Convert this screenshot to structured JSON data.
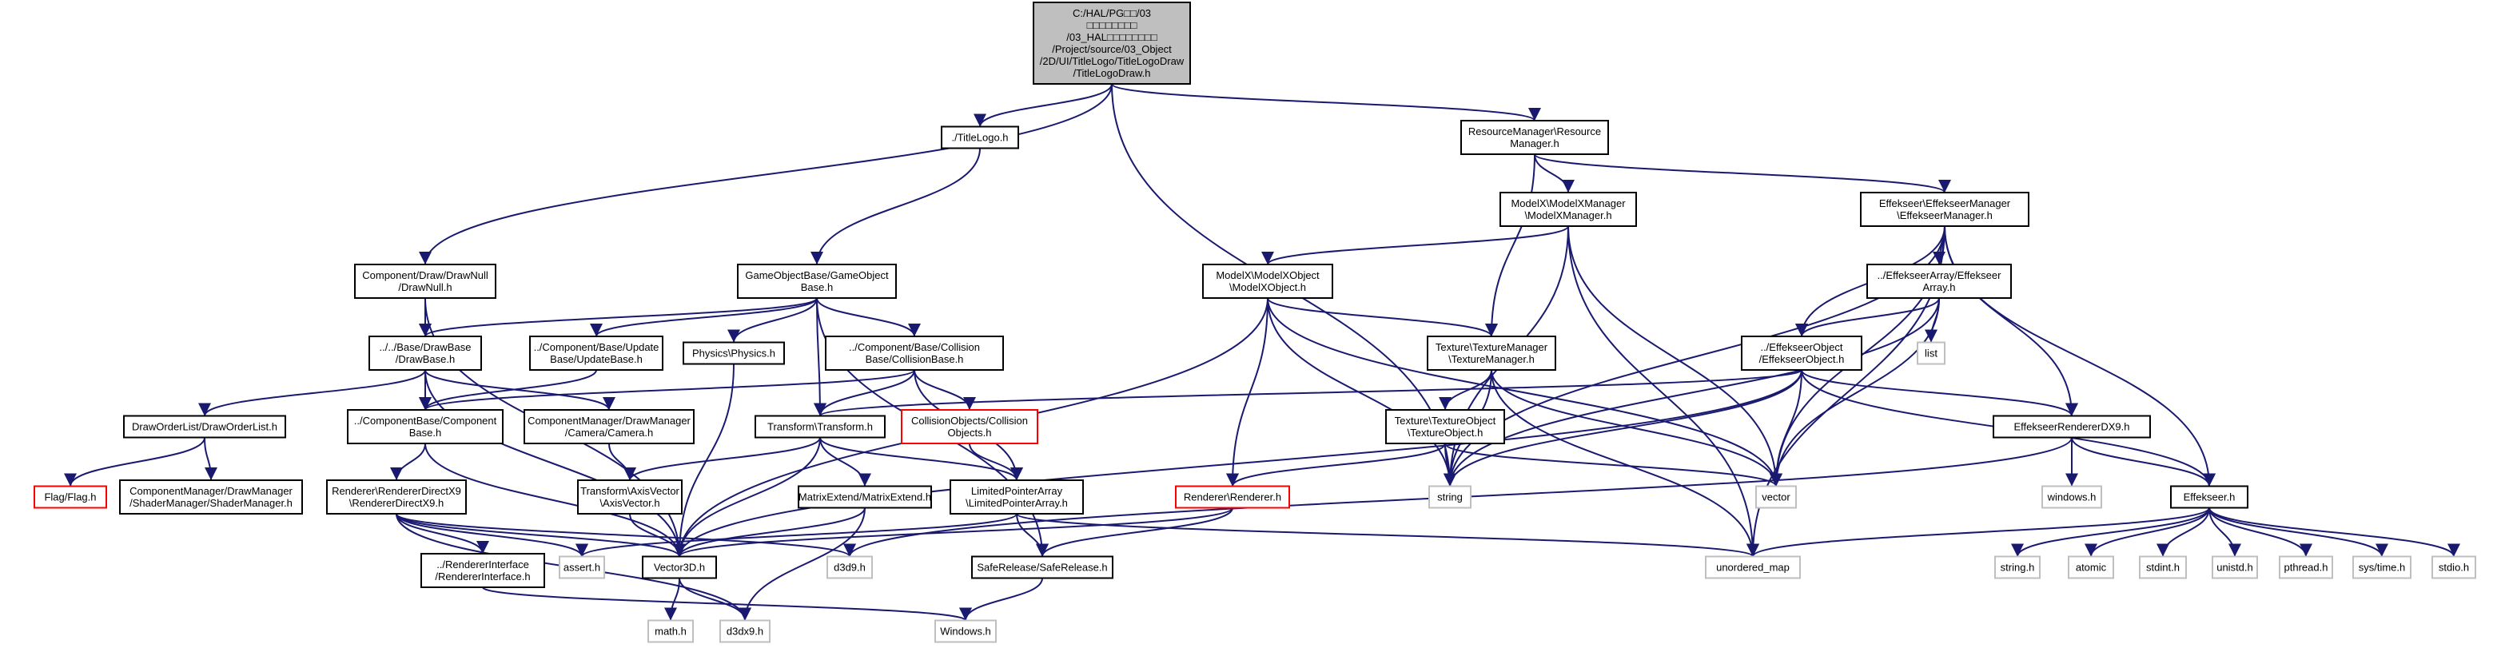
{
  "diagram": {
    "type": "include-dependency-graph",
    "colors": {
      "edge": "#191970",
      "root_fill": "#bfbfbf",
      "root_border": "#000000",
      "normal_border": "#000000",
      "missing_border": "#ff0000",
      "system_border": "#bfbfbf",
      "text": "#000000"
    },
    "nodes": [
      {
        "id": "root",
        "style": "root",
        "lines": [
          "C:/HAL/PG□□/03",
          "□□□□□□□□",
          "/03_HAL□□□□□□□□",
          "/Project/source/03_Object",
          "/2D/UI/TitleLogo/TitleLogoDraw",
          "/TitleLogoDraw.h"
        ]
      },
      {
        "id": "titlelogo",
        "style": "normal",
        "lines": [
          "./TitleLogo.h"
        ]
      },
      {
        "id": "resmgr",
        "style": "normal",
        "lines": [
          "ResourceManager\\Resource",
          "Manager.h"
        ]
      },
      {
        "id": "drawnull",
        "style": "normal",
        "lines": [
          "Component/Draw/DrawNull",
          "/DrawNull.h"
        ]
      },
      {
        "id": "gameobject",
        "style": "normal",
        "lines": [
          "GameObjectBase/GameObject",
          "Base.h"
        ]
      },
      {
        "id": "modelxmgr",
        "style": "normal",
        "lines": [
          "ModelX\\ModelXManager",
          "\\ModelXManager.h"
        ]
      },
      {
        "id": "effmgr",
        "style": "normal",
        "lines": [
          "Effekseer\\EffekseerManager",
          "\\EffekseerManager.h"
        ]
      },
      {
        "id": "drawbase",
        "style": "normal",
        "lines": [
          "../../Base/DrawBase",
          "/DrawBase.h"
        ]
      },
      {
        "id": "updatebase",
        "style": "normal",
        "lines": [
          "../Component/Base/Update",
          "Base/UpdateBase.h"
        ]
      },
      {
        "id": "physics",
        "style": "normal",
        "lines": [
          "Physics\\Physics.h"
        ]
      },
      {
        "id": "collisionbase",
        "style": "normal",
        "lines": [
          "../Component/Base/Collision",
          "Base/CollisionBase.h"
        ]
      },
      {
        "id": "modelxobj",
        "style": "normal",
        "lines": [
          "ModelX\\ModelXObject",
          "\\ModelXObject.h"
        ]
      },
      {
        "id": "texmgr",
        "style": "normal",
        "lines": [
          "Texture\\TextureManager",
          "\\TextureManager.h"
        ]
      },
      {
        "id": "effarray",
        "style": "normal",
        "lines": [
          "../EffekseerArray/Effekseer",
          "Array.h"
        ]
      },
      {
        "id": "list",
        "style": "system",
        "lines": [
          "list"
        ]
      },
      {
        "id": "effobj",
        "style": "normal",
        "lines": [
          "../EffekseerObject",
          "/EffekseerObject.h"
        ]
      },
      {
        "id": "drawlist",
        "style": "normal",
        "lines": [
          "DrawOrderList/DrawOrderList.h"
        ]
      },
      {
        "id": "component",
        "style": "normal",
        "lines": [
          "../ComponentBase/Component",
          "Base.h"
        ]
      },
      {
        "id": "camera",
        "style": "normal",
        "lines": [
          "ComponentManager/DrawManager",
          "/Camera/Camera.h"
        ]
      },
      {
        "id": "transform",
        "style": "normal",
        "lines": [
          "Transform\\Transform.h"
        ]
      },
      {
        "id": "collobjs",
        "style": "missing",
        "lines": [
          "CollisionObjects/Collision",
          "Objects.h"
        ]
      },
      {
        "id": "texobj",
        "style": "normal",
        "lines": [
          "Texture\\TextureObject",
          "\\TextureObject.h"
        ]
      },
      {
        "id": "effrenderer",
        "style": "normal",
        "lines": [
          "EffekseerRendererDX9.h"
        ]
      },
      {
        "id": "flag",
        "style": "missing",
        "lines": [
          "Flag/Flag.h"
        ]
      },
      {
        "id": "shadermgr",
        "style": "normal",
        "lines": [
          "ComponentManager/DrawManager",
          "/ShaderManager/ShaderManager.h"
        ]
      },
      {
        "id": "rdx9",
        "style": "normal",
        "lines": [
          "Renderer\\RendererDirectX9",
          "\\RendererDirectX9.h"
        ]
      },
      {
        "id": "axisvector",
        "style": "normal",
        "lines": [
          "Transform\\AxisVector",
          "\\AxisVector.h"
        ]
      },
      {
        "id": "matrixext",
        "style": "normal",
        "lines": [
          "MatrixExtend/MatrixExtend.h"
        ]
      },
      {
        "id": "lptrarray",
        "style": "normal",
        "lines": [
          "LimitedPointerArray",
          "\\LimitedPointerArray.h"
        ]
      },
      {
        "id": "renderer",
        "style": "missing",
        "lines": [
          "Renderer\\Renderer.h"
        ]
      },
      {
        "id": "string",
        "style": "system",
        "lines": [
          "string"
        ]
      },
      {
        "id": "vector",
        "style": "system",
        "lines": [
          "vector"
        ]
      },
      {
        "id": "windowsh",
        "style": "system",
        "lines": [
          "windows.h"
        ]
      },
      {
        "id": "effekseerh",
        "style": "normal",
        "lines": [
          "Effekseer.h"
        ]
      },
      {
        "id": "rinterface",
        "style": "normal",
        "lines": [
          "../RendererInterface",
          "/RendererInterface.h"
        ]
      },
      {
        "id": "asserth",
        "style": "system",
        "lines": [
          "assert.h"
        ]
      },
      {
        "id": "vector3d",
        "style": "normal",
        "lines": [
          "Vector3D.h"
        ]
      },
      {
        "id": "d3d9",
        "style": "system",
        "lines": [
          "d3d9.h"
        ]
      },
      {
        "id": "saferelease",
        "style": "normal",
        "lines": [
          "SafeRelease/SafeRelease.h"
        ]
      },
      {
        "id": "umap",
        "style": "system",
        "lines": [
          "unordered_map"
        ]
      },
      {
        "id": "stringh",
        "style": "system",
        "lines": [
          "string.h"
        ]
      },
      {
        "id": "atomic",
        "style": "system",
        "lines": [
          "atomic"
        ]
      },
      {
        "id": "stdint",
        "style": "system",
        "lines": [
          "stdint.h"
        ]
      },
      {
        "id": "unistd",
        "style": "system",
        "lines": [
          "unistd.h"
        ]
      },
      {
        "id": "pthread",
        "style": "system",
        "lines": [
          "pthread.h"
        ]
      },
      {
        "id": "systime",
        "style": "system",
        "lines": [
          "sys/time.h"
        ]
      },
      {
        "id": "stdio",
        "style": "system",
        "lines": [
          "stdio.h"
        ]
      },
      {
        "id": "mathh",
        "style": "system",
        "lines": [
          "math.h"
        ]
      },
      {
        "id": "d3dx9",
        "style": "system",
        "lines": [
          "d3dx9.h"
        ]
      },
      {
        "id": "windowsH",
        "style": "system",
        "lines": [
          "Windows.h"
        ]
      }
    ],
    "edges": [
      [
        "root",
        "titlelogo"
      ],
      [
        "root",
        "resmgr"
      ],
      [
        "root",
        "drawnull"
      ],
      [
        "root",
        "string"
      ],
      [
        "titlelogo",
        "gameobject"
      ],
      [
        "resmgr",
        "modelxmgr"
      ],
      [
        "resmgr",
        "effmgr"
      ],
      [
        "resmgr",
        "texmgr"
      ],
      [
        "drawnull",
        "drawbase"
      ],
      [
        "drawnull",
        "vector3d"
      ],
      [
        "gameobject",
        "drawbase"
      ],
      [
        "gameobject",
        "updatebase"
      ],
      [
        "gameobject",
        "physics"
      ],
      [
        "gameobject",
        "collisionbase"
      ],
      [
        "gameobject",
        "transform"
      ],
      [
        "gameobject",
        "saferelease"
      ],
      [
        "drawbase",
        "drawlist"
      ],
      [
        "drawbase",
        "component"
      ],
      [
        "drawbase",
        "camera"
      ],
      [
        "drawbase",
        "vector3d"
      ],
      [
        "updatebase",
        "component"
      ],
      [
        "physics",
        "vector3d"
      ],
      [
        "collisionbase",
        "component"
      ],
      [
        "collisionbase",
        "transform"
      ],
      [
        "collisionbase",
        "collobjs"
      ],
      [
        "collisionbase",
        "lptrarray"
      ],
      [
        "modelxmgr",
        "modelxobj"
      ],
      [
        "modelxmgr",
        "string"
      ],
      [
        "modelxmgr",
        "vector"
      ],
      [
        "modelxmgr",
        "umap"
      ],
      [
        "modelxobj",
        "texmgr"
      ],
      [
        "modelxobj",
        "renderer"
      ],
      [
        "modelxobj",
        "string"
      ],
      [
        "modelxobj",
        "vector"
      ],
      [
        "modelxobj",
        "vector3d"
      ],
      [
        "texmgr",
        "texobj"
      ],
      [
        "texmgr",
        "string"
      ],
      [
        "texmgr",
        "vector"
      ],
      [
        "texmgr",
        "umap"
      ],
      [
        "texobj",
        "renderer"
      ],
      [
        "texobj",
        "string"
      ],
      [
        "texobj",
        "vector"
      ],
      [
        "effmgr",
        "effarray"
      ],
      [
        "effmgr",
        "effobj"
      ],
      [
        "effmgr",
        "effrenderer"
      ],
      [
        "effmgr",
        "effekseerh"
      ],
      [
        "effmgr",
        "string"
      ],
      [
        "effmgr",
        "vector"
      ],
      [
        "effmgr",
        "umap"
      ],
      [
        "effarray",
        "effobj"
      ],
      [
        "effarray",
        "list"
      ],
      [
        "effarray",
        "string"
      ],
      [
        "effarray",
        "vector"
      ],
      [
        "effobj",
        "transform"
      ],
      [
        "effobj",
        "effrenderer"
      ],
      [
        "effobj",
        "effekseerh"
      ],
      [
        "effobj",
        "string"
      ],
      [
        "effobj",
        "vector"
      ],
      [
        "effobj",
        "vector3d"
      ],
      [
        "effrenderer",
        "effekseerh"
      ],
      [
        "effrenderer",
        "windowsh"
      ],
      [
        "effrenderer",
        "d3d9"
      ],
      [
        "effekseerh",
        "stringh"
      ],
      [
        "effekseerh",
        "atomic"
      ],
      [
        "effekseerh",
        "stdint"
      ],
      [
        "effekseerh",
        "unistd"
      ],
      [
        "effekseerh",
        "pthread"
      ],
      [
        "effekseerh",
        "systime"
      ],
      [
        "effekseerh",
        "stdio"
      ],
      [
        "effekseerh",
        "umap"
      ],
      [
        "drawlist",
        "flag"
      ],
      [
        "drawlist",
        "shadermgr"
      ],
      [
        "component",
        "rdx9"
      ],
      [
        "component",
        "vector3d"
      ],
      [
        "camera",
        "axisvector"
      ],
      [
        "transform",
        "axisvector"
      ],
      [
        "transform",
        "matrixext"
      ],
      [
        "transform",
        "lptrarray"
      ],
      [
        "transform",
        "vector3d"
      ],
      [
        "collobjs",
        "lptrarray"
      ],
      [
        "rdx9",
        "rinterface"
      ],
      [
        "rdx9",
        "asserth"
      ],
      [
        "rdx9",
        "vector3d"
      ],
      [
        "rdx9",
        "d3dx9"
      ],
      [
        "rdx9",
        "d3d9"
      ],
      [
        "axisvector",
        "vector3d"
      ],
      [
        "matrixext",
        "vector3d"
      ],
      [
        "matrixext",
        "d3dx9"
      ],
      [
        "lptrarray",
        "saferelease"
      ],
      [
        "lptrarray",
        "asserth"
      ],
      [
        "lptrarray",
        "umap"
      ],
      [
        "renderer",
        "vector3d"
      ],
      [
        "renderer",
        "saferelease"
      ],
      [
        "rinterface",
        "windowsH"
      ],
      [
        "saferelease",
        "windowsH"
      ],
      [
        "vector3d",
        "mathh"
      ],
      [
        "vector3d",
        "d3dx9"
      ]
    ]
  }
}
